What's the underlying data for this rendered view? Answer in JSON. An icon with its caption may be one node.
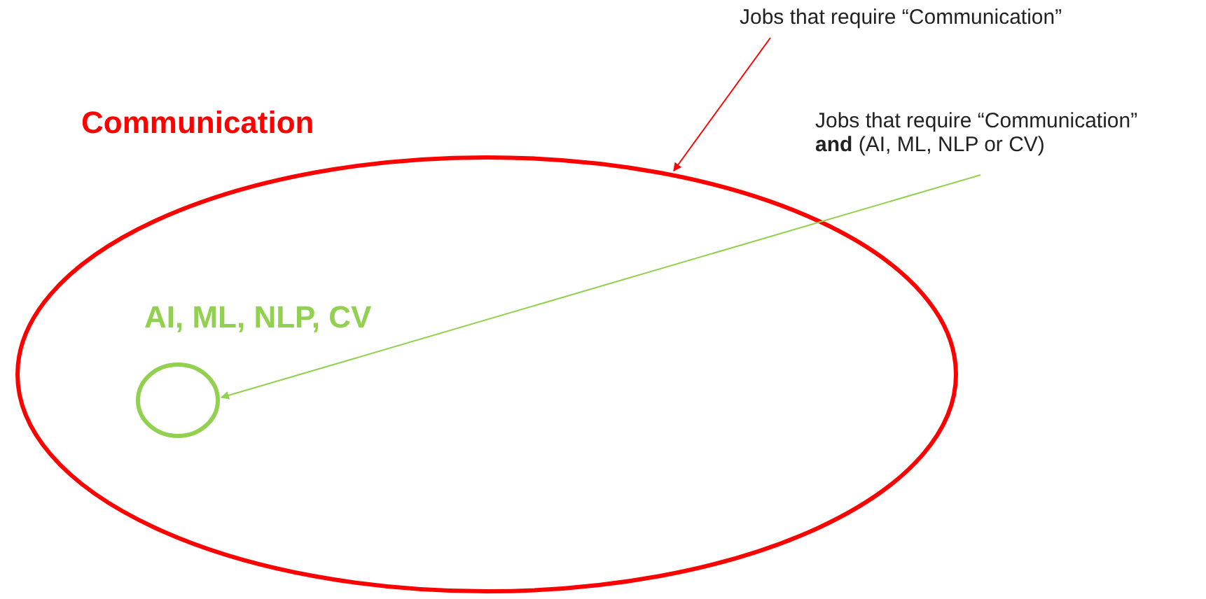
{
  "diagram": {
    "nodes": [
      {
        "text": [
          "Communication"
        ]
      },
      {
        "text": [
          "AI, ML, NLP, CV"
        ],
        "in": 0
      },
      {
        "text": [
          "Jobs that require “Communication”"
        ]
      },
      {
        "text": [
          "Jobs that require “Communication” **and** (AI, ML, NLP or CV)"
        ]
      }
    ],
    "edges": [
      {
        "from": 2,
        "to": 0,
        "arrow": "to",
        "color": "#ff0000"
      },
      {
        "from": 3,
        "to": 1,
        "arrow": "to",
        "color": "#92d050"
      }
    ]
  }
}
